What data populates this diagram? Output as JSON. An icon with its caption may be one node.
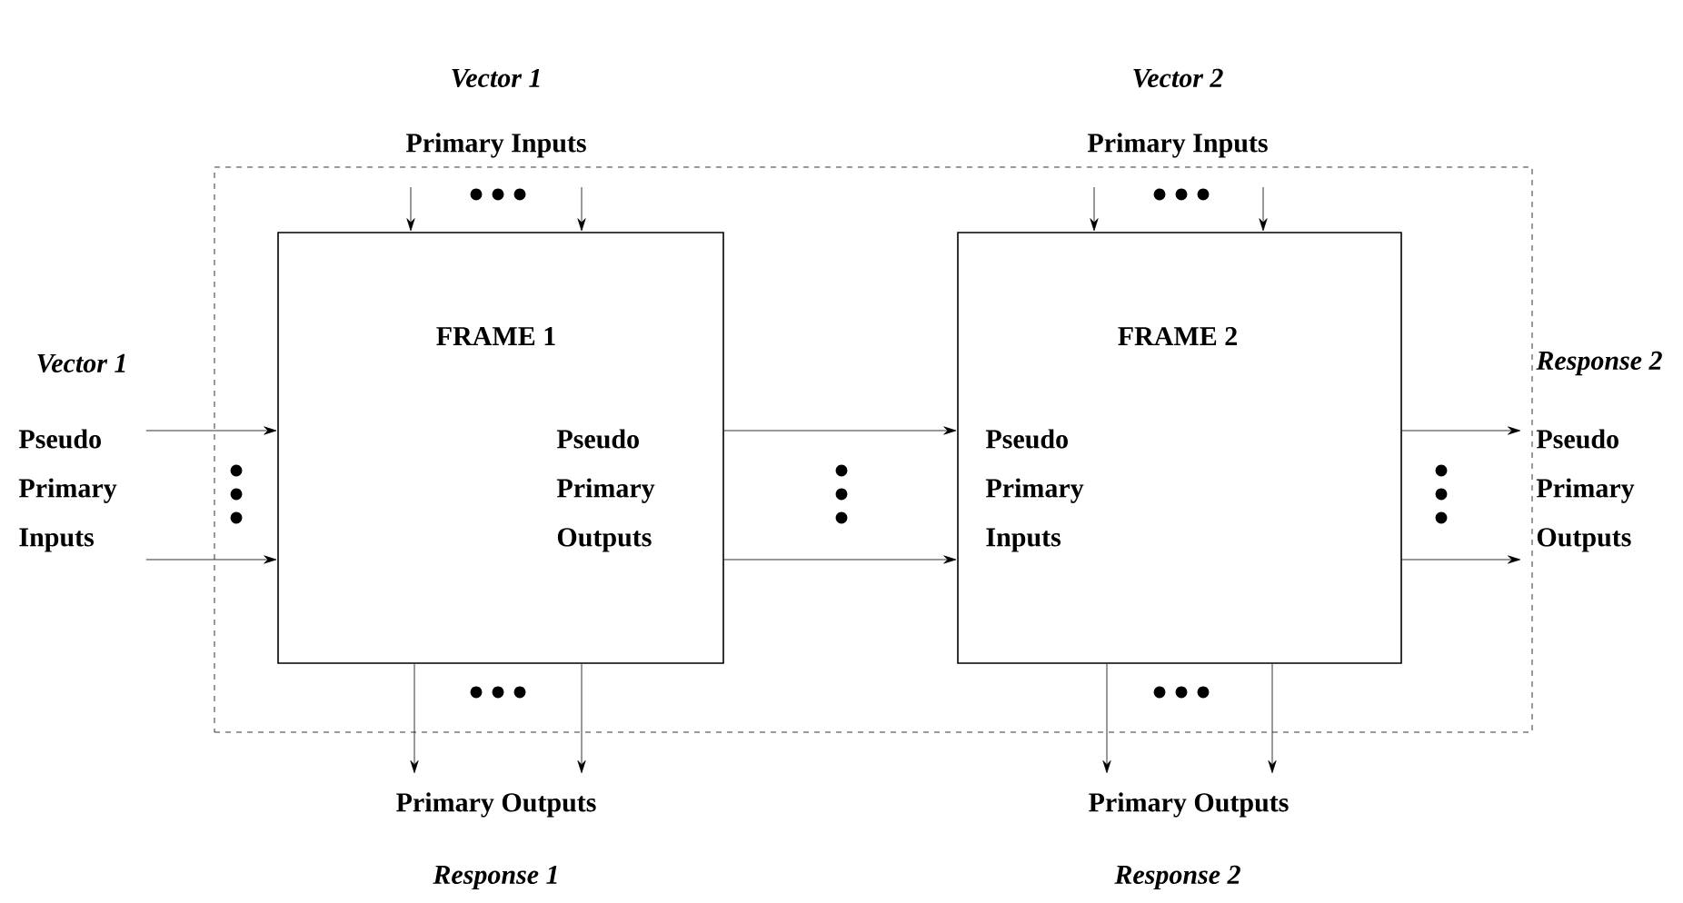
{
  "diagram": {
    "nodes": [
      {
        "text": [],
        "shape": "box"
      },
      {
        "text": [
          "FRAME 1",
          "Pseudo Primary Outputs"
        ],
        "in": 0
      },
      {
        "text": [
          "FRAME 2",
          "Pseudo Primary Inputs"
        ],
        "in": 0
      },
      {
        "text": [
          "Primary Inputs"
        ],
        "beside": [
          "Vector 1"
        ]
      },
      {
        "text": [
          "Primary Inputs"
        ],
        "beside": [
          "Vector 2"
        ]
      },
      {
        "text": [
          "Pseudo Primary Inputs"
        ],
        "beside": [
          "Vector 1"
        ]
      },
      {
        "text": [
          "Pseudo Primary Outputs"
        ],
        "beside": [
          "Response 2"
        ]
      },
      {
        "text": [
          "Primary Outputs"
        ],
        "beside": [
          "Response 1"
        ]
      },
      {
        "text": [
          "Primary Outputs"
        ],
        "beside": [
          "Response 2"
        ]
      }
    ],
    "edges": [
      {
        "from": 3,
        "to": 1,
        "arrow": "to"
      },
      {
        "from": 3,
        "to": 1,
        "arrow": "to"
      },
      {
        "from": 4,
        "to": 2,
        "arrow": "to"
      },
      {
        "from": 4,
        "to": 2,
        "arrow": "to"
      },
      {
        "from": 5,
        "to": 1,
        "arrow": "to"
      },
      {
        "from": 5,
        "to": 1,
        "arrow": "to"
      },
      {
        "from": 1,
        "to": 2,
        "arrow": "to"
      },
      {
        "from": 1,
        "to": 2,
        "arrow": "to"
      },
      {
        "from": 2,
        "to": 6,
        "arrow": "to"
      },
      {
        "from": 2,
        "to": 6,
        "arrow": "to"
      },
      {
        "from": 1,
        "to": 7,
        "arrow": "to"
      },
      {
        "from": 1,
        "to": 7,
        "arrow": "to"
      },
      {
        "from": 2,
        "to": 8,
        "arrow": "to"
      },
      {
        "from": 2,
        "to": 8,
        "arrow": "to"
      }
    ]
  }
}
